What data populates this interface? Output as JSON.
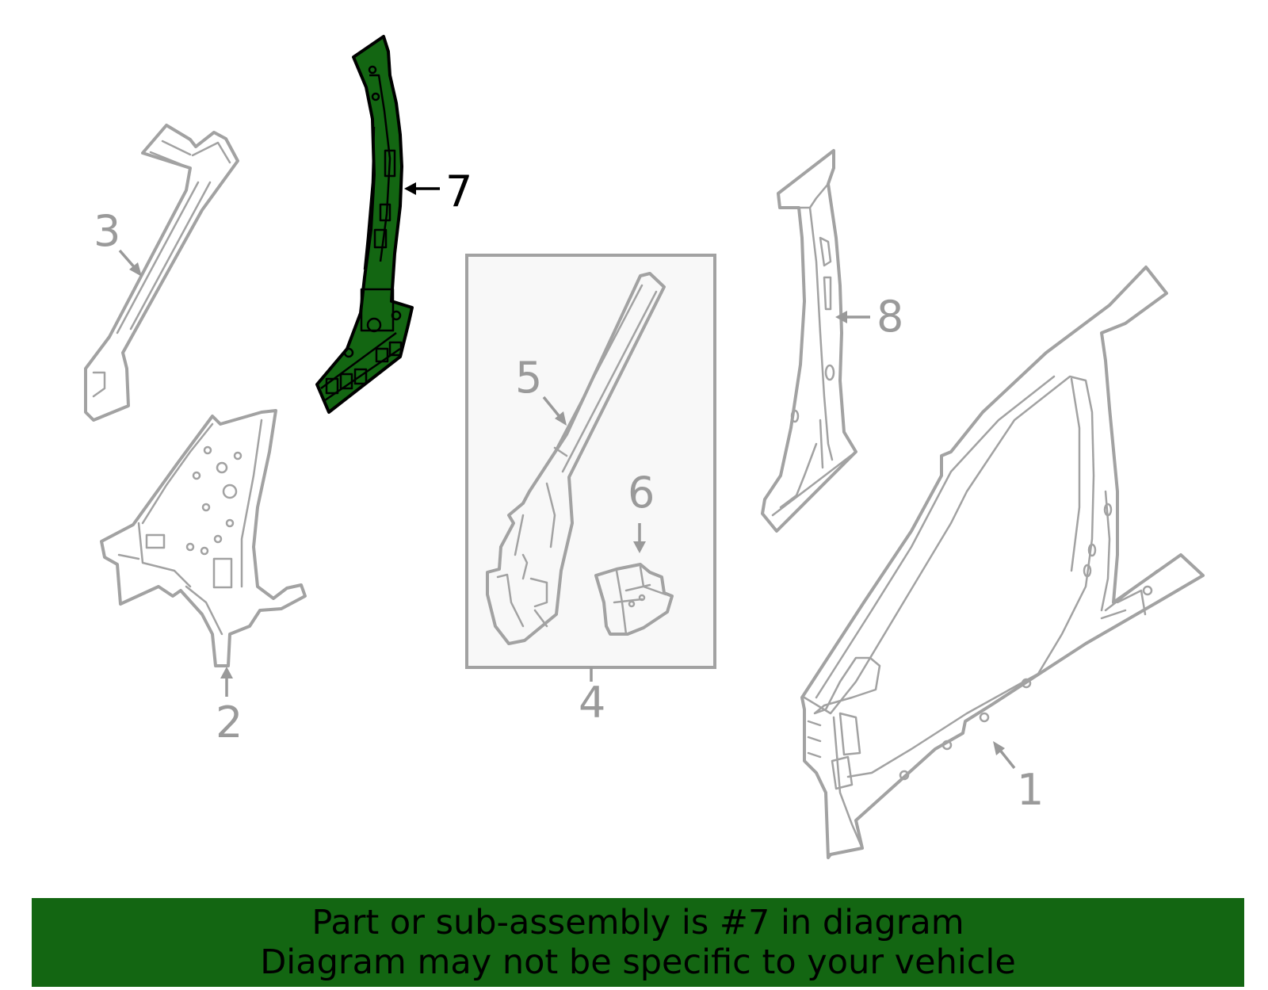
{
  "diagram": {
    "highlighted_part": "7",
    "callouts": [
      "1",
      "2",
      "3",
      "4",
      "5",
      "6",
      "7",
      "8"
    ]
  },
  "banner": {
    "line1": "Part or sub-assembly is #7 in diagram",
    "line2": "Diagram may not be specific to your vehicle"
  },
  "colors": {
    "highlight": "#136612",
    "outline": "#a2a2a2",
    "callout_text": "#9a9a9a",
    "background": "#ffffff"
  }
}
